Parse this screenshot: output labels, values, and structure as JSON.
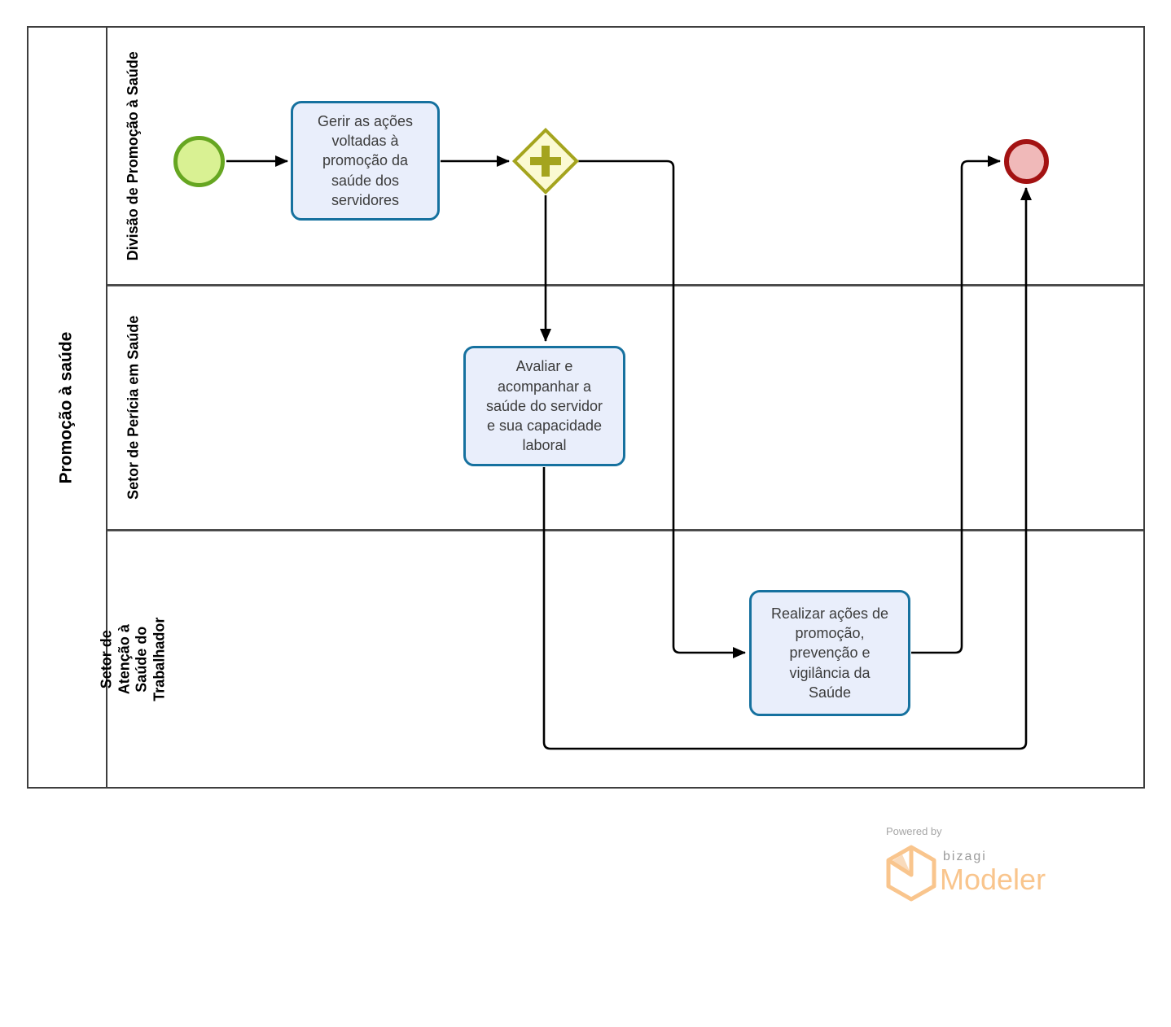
{
  "pool": {
    "label": "Promoção à saúde"
  },
  "lanes": [
    {
      "label": "Divisão de Promoção à Saúde"
    },
    {
      "label": "Setor de Perícia em Saúde"
    },
    {
      "label": "Setor de Atenção à Saúde do Trabalhador"
    }
  ],
  "nodes": {
    "task_gerir": {
      "label": "Gerir as ações voltadas à promoção da saúde dos servidores"
    },
    "task_avaliar": {
      "label": "Avaliar e acompanhar a saúde do servidor e sua capacidade laboral"
    },
    "task_realizar": {
      "label": "Realizar ações de promoção, prevenção e vigilância da Saúde"
    }
  },
  "icons": {
    "gateway_marker": "plus-icon",
    "logo_mark": "bizagi-hexagon-icon"
  },
  "branding": {
    "powered_by": "Powered by",
    "brand": "bizagi",
    "product": "Modeler"
  },
  "colors": {
    "task_fill": "#e9eefb",
    "task_border": "#16719f",
    "start_fill": "#d9f193",
    "start_border": "#66a621",
    "end_fill": "#f0b9b9",
    "end_border": "#a31212",
    "gateway_fill": "#fbfad2",
    "gateway_border": "#a4a41e",
    "flow_line": "#000000",
    "pool_border": "#3e3e3e",
    "logo_orange": "#f9c58d",
    "logo_gray": "#9b9b9b"
  }
}
